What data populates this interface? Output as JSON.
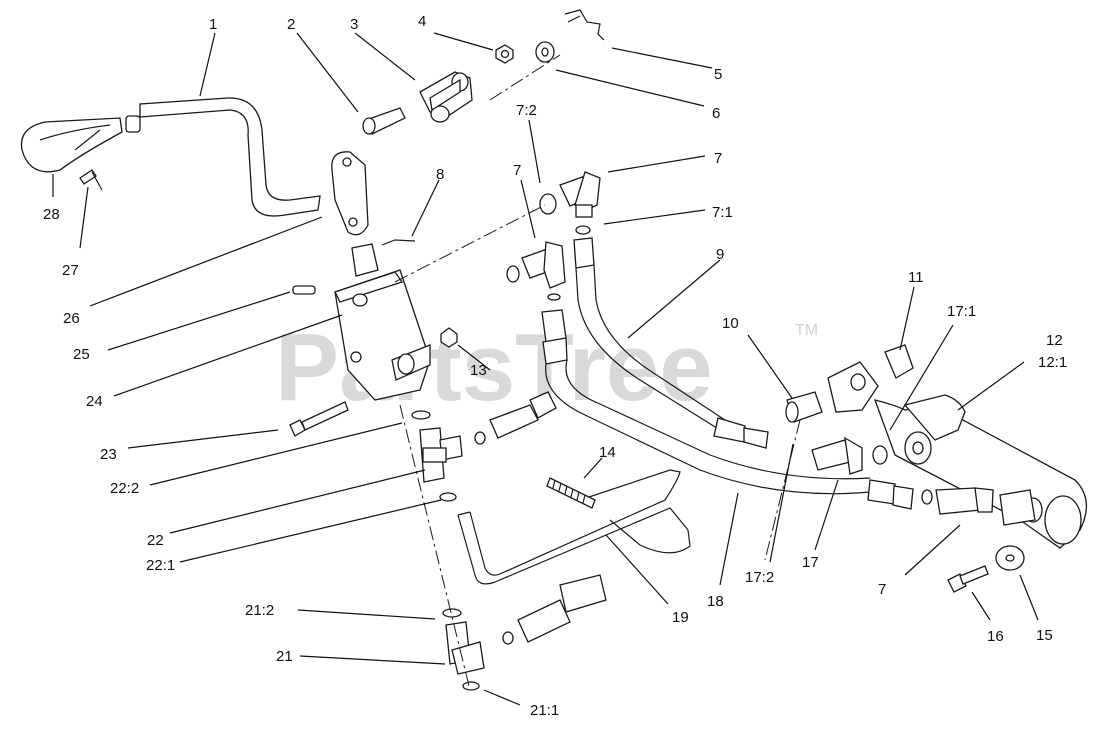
{
  "watermark": {
    "text": "PartsTree",
    "tm": "TM"
  },
  "callouts": {
    "c1": "1",
    "c2": "2",
    "c3": "3",
    "c4": "4",
    "c5": "5",
    "c6": "6",
    "c7_2": "7:2",
    "c7_top": "7",
    "c7_right": "7",
    "c7_mid": "7",
    "c7_1": "7:1",
    "c8": "8",
    "c9": "9",
    "c10": "10",
    "c11": "11",
    "c12": "12",
    "c12_1": "12:1",
    "c13": "13",
    "c14": "14",
    "c15": "15",
    "c16": "16",
    "c17": "17",
    "c17_1": "17:1",
    "c17_2": "17:2",
    "c18": "18",
    "c19": "19",
    "c7_bottom": "7",
    "c21": "21",
    "c21_1": "21:1",
    "c21_2": "21:2",
    "c22": "22",
    "c22_1": "22:1",
    "c22_2": "22:2",
    "c23": "23",
    "c24": "24",
    "c25": "25",
    "c26": "26",
    "c27": "27",
    "c28": "28"
  }
}
